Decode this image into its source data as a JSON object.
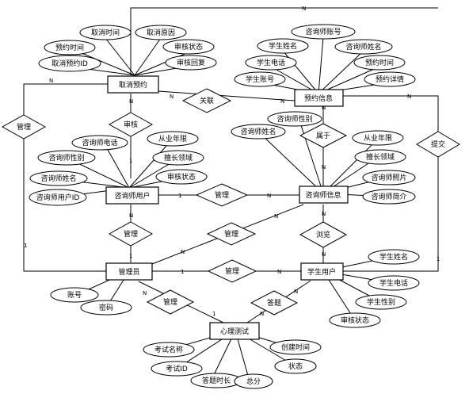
{
  "entities": {
    "cancel_booking": "取消预约",
    "booking_info": "预约信息",
    "counselor_user": "咨询师用户",
    "counselor_info": "咨询师信息",
    "admin": "管理员",
    "student_user": "学生用户",
    "psych_test": "心理测试"
  },
  "relations": {
    "manage_left": "管理",
    "review": "审核",
    "associate": "关联",
    "belong": "属于",
    "submit": "提交",
    "manage_cu_ci": "管理",
    "manage_admin_cu": "管理",
    "manage_admin_ci": "管理",
    "browse": "浏览",
    "manage_admin_su": "管理",
    "manage_admin_pt": "管理",
    "answer": "答题"
  },
  "attributes": {
    "cancel_booking": [
      "取消时间",
      "取消原因",
      "预约时间",
      "审核状态",
      "取消预约ID",
      "审核回复"
    ],
    "booking_info": [
      "咨询师账号",
      "学生姓名",
      "咨询师姓名",
      "学生电话",
      "预约时间",
      "学生账号",
      "预约详情"
    ],
    "counselor_user": [
      "咨询师电话",
      "从业年限",
      "咨询师性别",
      "擅长领域",
      "咨询师姓名",
      "审核状态",
      "咨询师用户ID"
    ],
    "counselor_info": [
      "咨询师性别",
      "咨询师姓名",
      "从业年限",
      "擅长领域",
      "咨询师照片",
      "咨询师简介"
    ],
    "admin": [
      "账号",
      "密码"
    ],
    "student_user": [
      "学生姓名",
      "学生电话",
      "学生性别",
      "审核状态"
    ],
    "psych_test": [
      "考试名称",
      "创建时间",
      "考试ID",
      "状态",
      "答题时长",
      "总分"
    ]
  },
  "cardinalities": {
    "one": "1",
    "many": "N"
  }
}
